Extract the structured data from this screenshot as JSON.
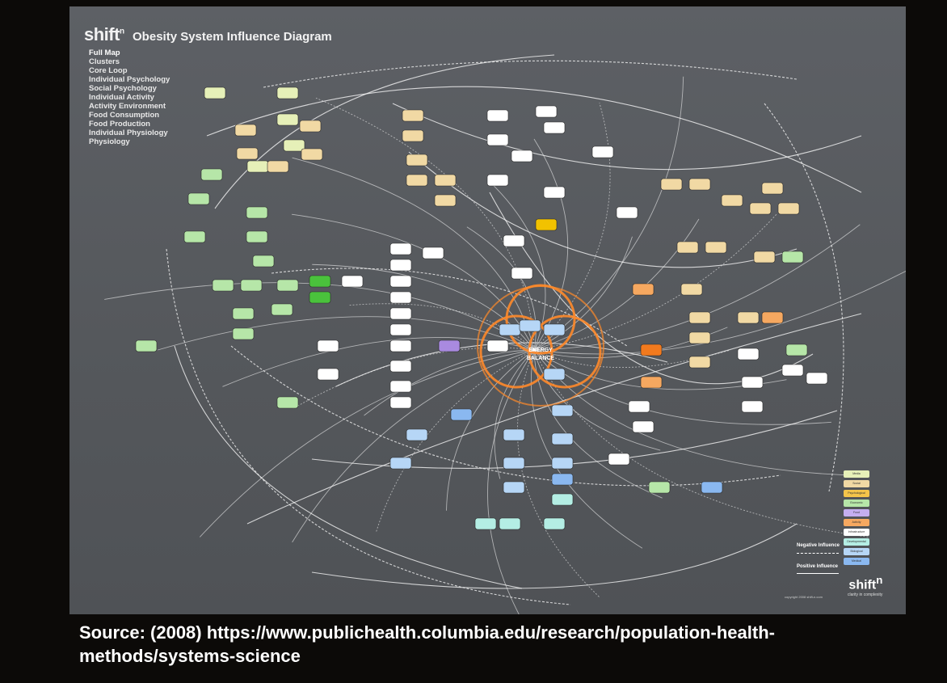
{
  "brand": {
    "logo": "shift",
    "logo_mark": "n",
    "title": "Obesity System Influence Diagram"
  },
  "menu": [
    "Full Map",
    "Clusters",
    "Core Loop",
    "Individual Psychology",
    "Social Psychology",
    "Individual Activity",
    "Activity Environment",
    "Food Consumption",
    "Food Production",
    "Individual Physiology",
    "Physiology"
  ],
  "center": {
    "line1": "ENERGY",
    "line2": "BALANCE"
  },
  "colors": {
    "slide_bg": "#5a5d61",
    "edge": "#ffffff",
    "core_ring": "#ff8a2a",
    "media": "#e6f0b8",
    "social": "#f1d9a4",
    "psychological": "#f4c44a",
    "economic": "#b6e6a8",
    "food": "#c4aef0",
    "activity": "#f6a860",
    "infrastructure": "#ffffff",
    "developmental": "#b4eee4",
    "biological": "#b6d6f6",
    "medical": "#8ab8f0",
    "highlight_green": "#4ac23c",
    "highlight_yellow": "#f2c200",
    "highlight_purple": "#a98ae0",
    "highlight_orange": "#f27a1e"
  },
  "legend": {
    "items": [
      "Media",
      "Social",
      "Psychological",
      "Economic",
      "Food",
      "Activity",
      "Infrastructure",
      "Developmental",
      "Biological",
      "Medical"
    ],
    "negative_label": "Negative Influence",
    "positive_label": "Positive Influence"
  },
  "brand_footer": {
    "logo": "shift",
    "logo_mark": "n",
    "tagline": "clarity in complexity"
  },
  "copyright": "copyright 2008 shift-n.com",
  "source_text": "Source: (2008) https://www.publichealth.columbia.edu/research/population-health-methods/systems-science"
}
